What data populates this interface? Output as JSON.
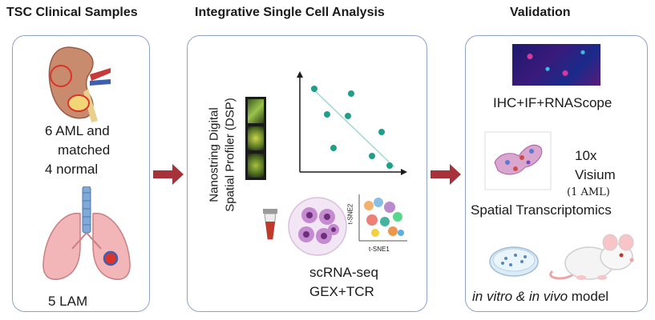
{
  "titles": {
    "left": "TSC Clinical Samples",
    "middle": "Integrative Single Cell Analysis",
    "right": "Validation"
  },
  "left_panel": {
    "aml_line1": "6 AML and",
    "aml_line2": "matched",
    "aml_line3": "4 normal",
    "lam": "5 LAM"
  },
  "middle_panel": {
    "dsp_line1": "Nanostring Digital",
    "dsp_line2": "Spatial Profiler (DSP)",
    "tsne_y": "t-SNE2",
    "tsne_x": "t-SNE1",
    "scrna_line1": "scRNA-seq",
    "scrna_line2": "GEX+TCR"
  },
  "right_panel": {
    "ihc": "IHC+IF+RNAScope",
    "visium_line1": "10x",
    "visium_line2": "Visium",
    "visium_line3": "(1 AML)",
    "spatial": "Spatial Transcriptomics",
    "model": "in vitro & in vivo model",
    "model_italic": "in vitro & in vivo",
    "model_rest": " model"
  },
  "colors": {
    "panel_border": "#8fa3c8",
    "arrow": "#a8323a",
    "teal_point": "#1f9e8a",
    "trend_line": "#9fd9d0"
  }
}
